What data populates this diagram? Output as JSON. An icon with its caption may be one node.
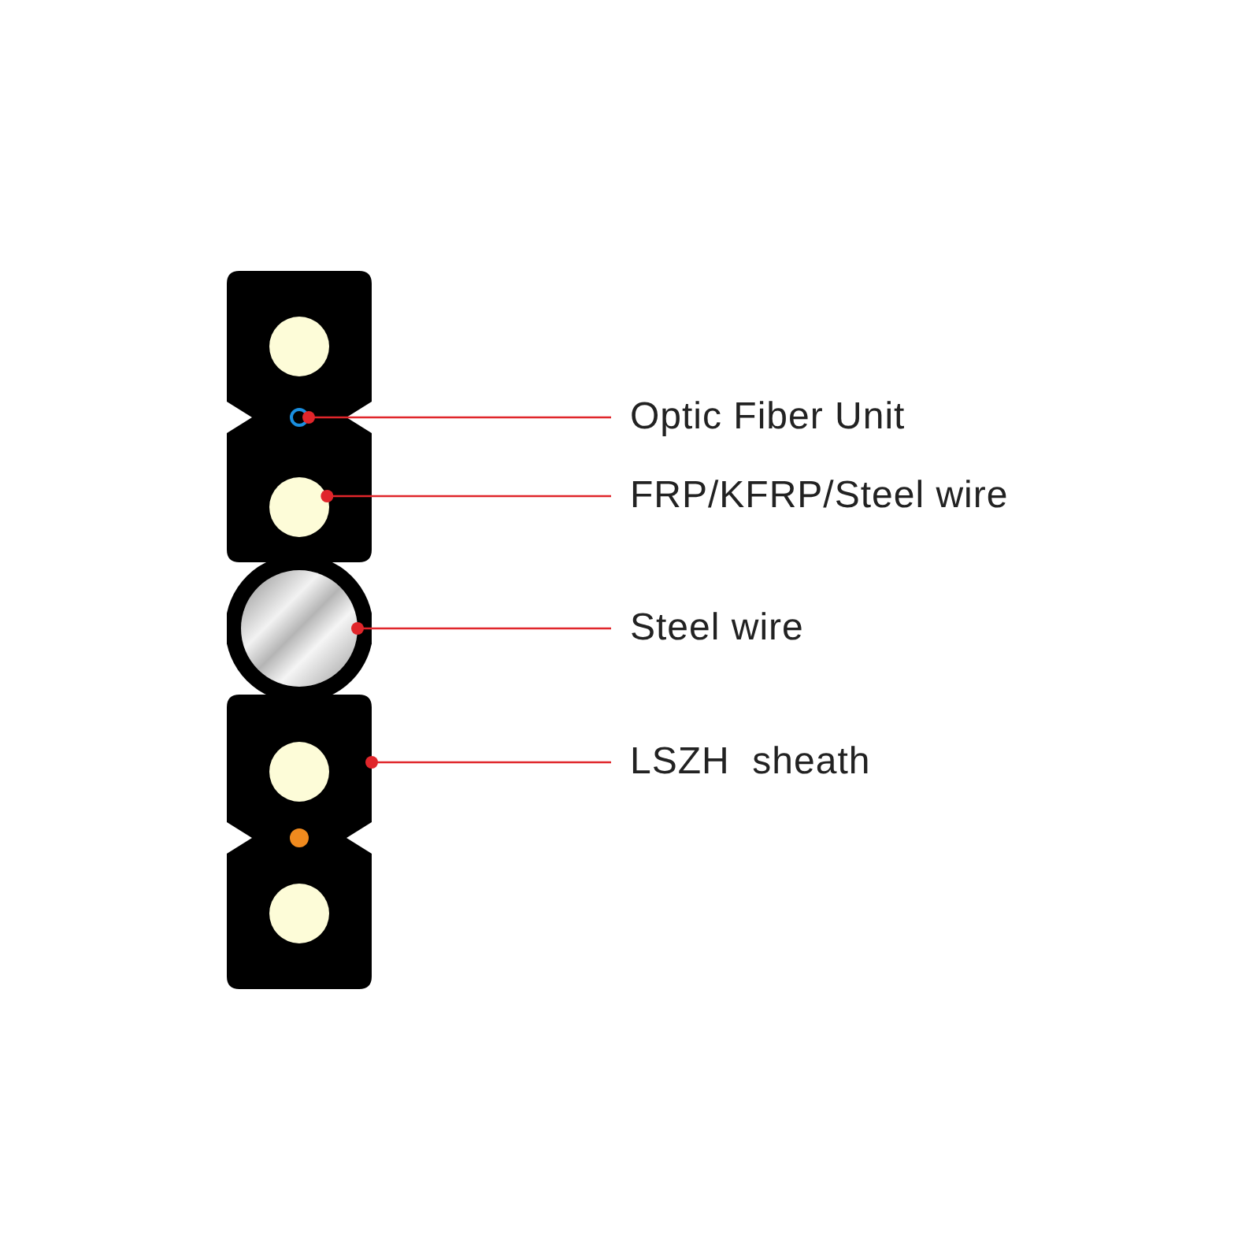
{
  "diagram": {
    "nodes": [
      {
        "text": [
          "Optic Fiber Unit"
        ]
      },
      {
        "text": [
          "FRP/KFRP/Steel wire"
        ]
      },
      {
        "text": [
          "Steel wire"
        ]
      },
      {
        "text": [
          "LSZH  sheath"
        ]
      },
      {
        "text": [],
        "shape": "box"
      },
      {
        "text": [],
        "shape": "circle",
        "in": 4
      },
      {
        "text": [],
        "shape": "circle",
        "in": 4
      },
      {
        "text": [],
        "shape": "circle",
        "in": 4
      },
      {
        "text": [],
        "shape": "circle",
        "in": 4
      },
      {
        "text": [],
        "shape": "circle",
        "in": 4
      },
      {
        "text": [],
        "shape": "circle",
        "in": 4
      },
      {
        "text": [],
        "shape": "circle",
        "in": 4
      }
    ],
    "edges": [
      {
        "from": 0,
        "to": 6,
        "arrow": "other"
      },
      {
        "from": 1,
        "to": 7,
        "arrow": "other"
      },
      {
        "from": 2,
        "to": 8,
        "arrow": "other"
      },
      {
        "from": 3,
        "to": 4,
        "arrow": "other"
      }
    ]
  }
}
